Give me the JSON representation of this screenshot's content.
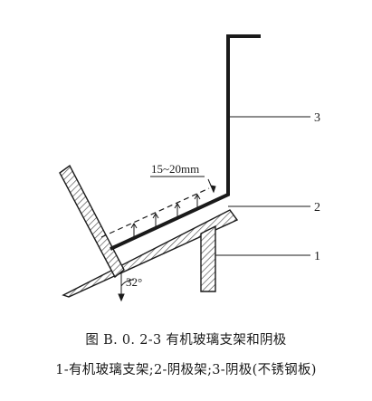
{
  "dimension_label": "15~20mm",
  "angle_label": "32°",
  "callouts": [
    {
      "number": "1"
    },
    {
      "number": "2"
    },
    {
      "number": "3"
    }
  ],
  "caption": {
    "title": "图 B. 0. 2-3   有机玻璃支架和阴极",
    "legend": "1-有机玻璃支架;2-阴极架;3-阴极(不锈钢板)"
  },
  "colors": {
    "ink": "#1a1a1a",
    "hatch": "#4a4a4a"
  }
}
